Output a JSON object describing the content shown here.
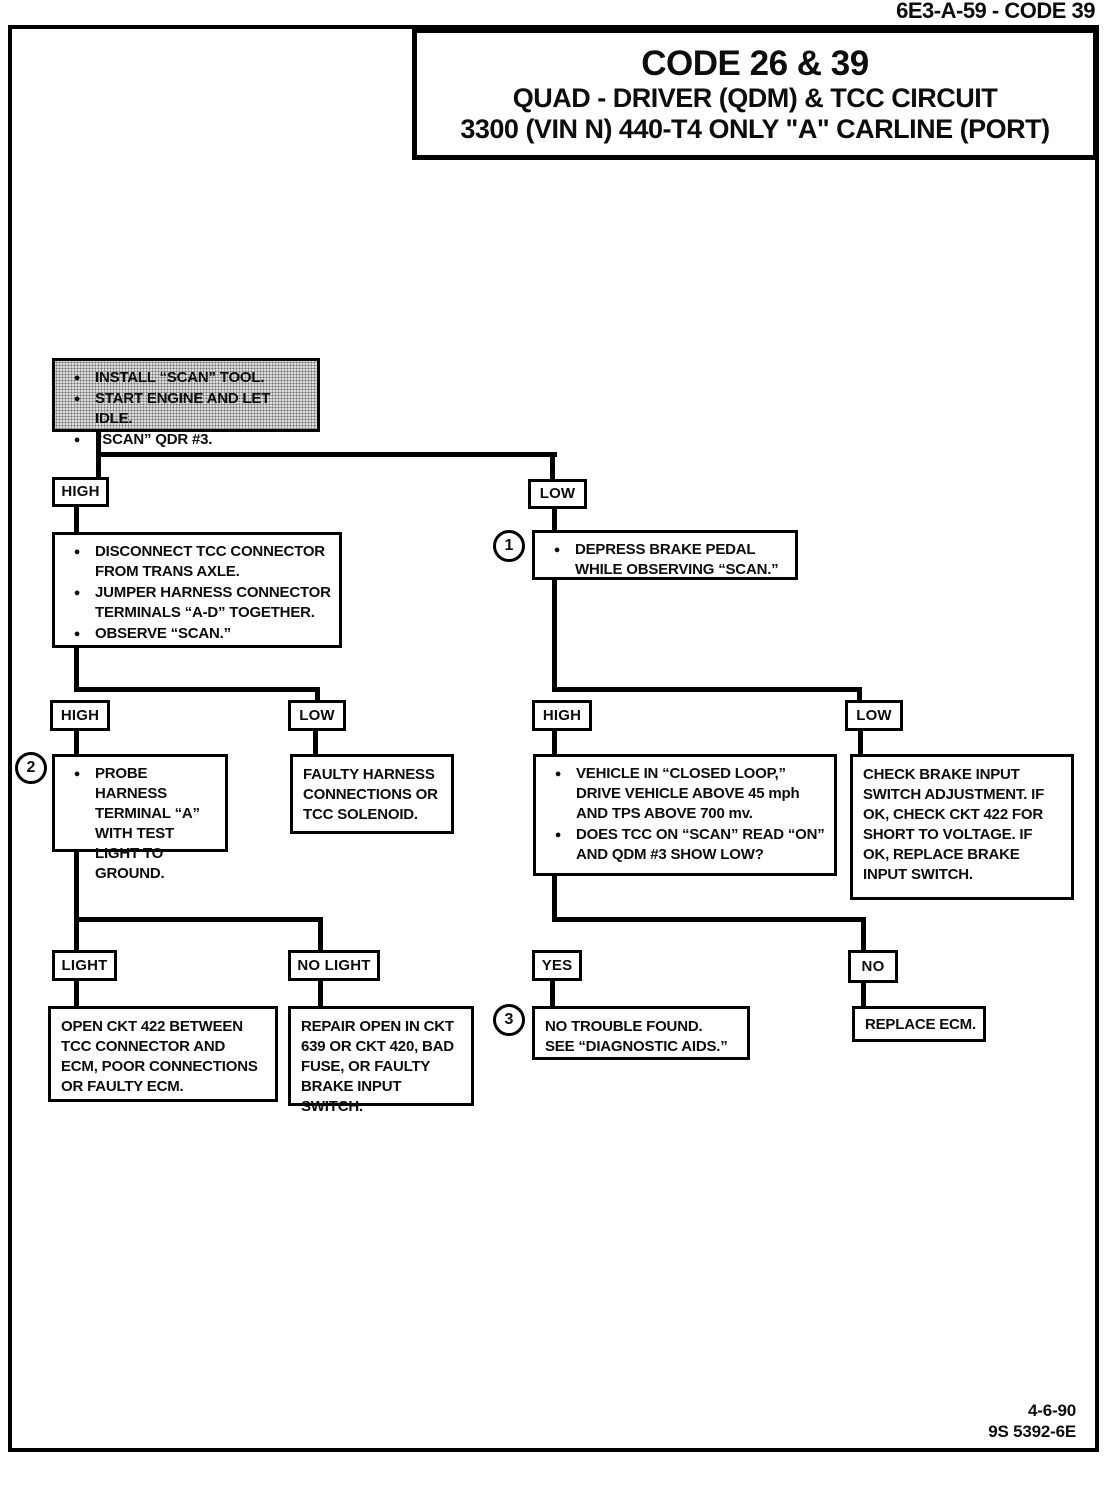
{
  "header": {
    "page_code": "6E3-A-59 - CODE 39"
  },
  "title_box": {
    "line1": "CODE 26 & 39",
    "line2": "QUAD - DRIVER (QDM) & TCC CIRCUIT",
    "line3": "3300 (VIN N) 440-T4 ONLY \"A\" CARLINE (PORT)"
  },
  "flowchart": {
    "start_box": {
      "bullets": [
        "INSTALL “SCAN” TOOL.",
        "START ENGINE AND LET IDLE.",
        "“SCAN” QDR #3."
      ]
    },
    "branch1": {
      "high_label": "HIGH",
      "low_label": "LOW"
    },
    "disconnect_box": {
      "bullets": [
        "DISCONNECT TCC CONNECTOR FROM TRANS AXLE.",
        "JUMPER HARNESS CONNECTOR TERMINALS “A-D” TOGETHER.",
        "OBSERVE “SCAN.”"
      ]
    },
    "depress_box": {
      "number": "1",
      "bullets": [
        "DEPRESS BRAKE PEDAL WHILE OBSERVING “SCAN.”"
      ]
    },
    "branch2_left": {
      "high_label": "HIGH",
      "low_label": "LOW"
    },
    "probe_box": {
      "number": "2",
      "bullets": [
        "PROBE HARNESS TERMINAL “A” WITH TEST LIGHT TO GROUND."
      ]
    },
    "faulty_box": {
      "lines": [
        "FAULTY HARNESS",
        "CONNECTIONS OR",
        "TCC SOLENOID."
      ]
    },
    "branch2_right": {
      "high_label": "HIGH",
      "low_label": "LOW"
    },
    "vehicle_box": {
      "bullets": [
        "VEHICLE IN “CLOSED LOOP,” DRIVE VEHICLE ABOVE 45 mph AND TPS ABOVE 700 mv.",
        "DOES TCC ON “SCAN” READ “ON” AND QDM #3 SHOW LOW?"
      ]
    },
    "check_brake_box": {
      "lines": [
        "CHECK BRAKE INPUT",
        "SWITCH ADJUSTMENT.  IF",
        "OK, CHECK CKT 422 FOR",
        "SHORT TO VOLTAGE.  IF",
        "OK, REPLACE BRAKE",
        "INPUT SWITCH."
      ]
    },
    "branch3_left": {
      "light_label": "LIGHT",
      "no_light_label": "NO LIGHT"
    },
    "open_ckt_box": {
      "lines": [
        "OPEN CKT 422 BETWEEN",
        "TCC CONNECTOR AND",
        "ECM, POOR CONNECTIONS",
        "OR FAULTY ECM."
      ]
    },
    "repair_box": {
      "lines": [
        "REPAIR OPEN IN CKT",
        "639 OR CKT 420, BAD",
        "FUSE, OR FAULTY",
        "BRAKE INPUT SWITCH."
      ]
    },
    "branch3_right": {
      "yes_label": "YES",
      "no_label": "NO"
    },
    "no_trouble_box": {
      "number": "3",
      "lines": [
        "NO TROUBLE FOUND.",
        "SEE “DIAGNOSTIC AIDS.”"
      ]
    },
    "replace_ecm_box": {
      "lines": [
        "REPLACE ECM."
      ]
    }
  },
  "footer": {
    "date": "4-6-90",
    "ref": "9S 5392-6E"
  }
}
